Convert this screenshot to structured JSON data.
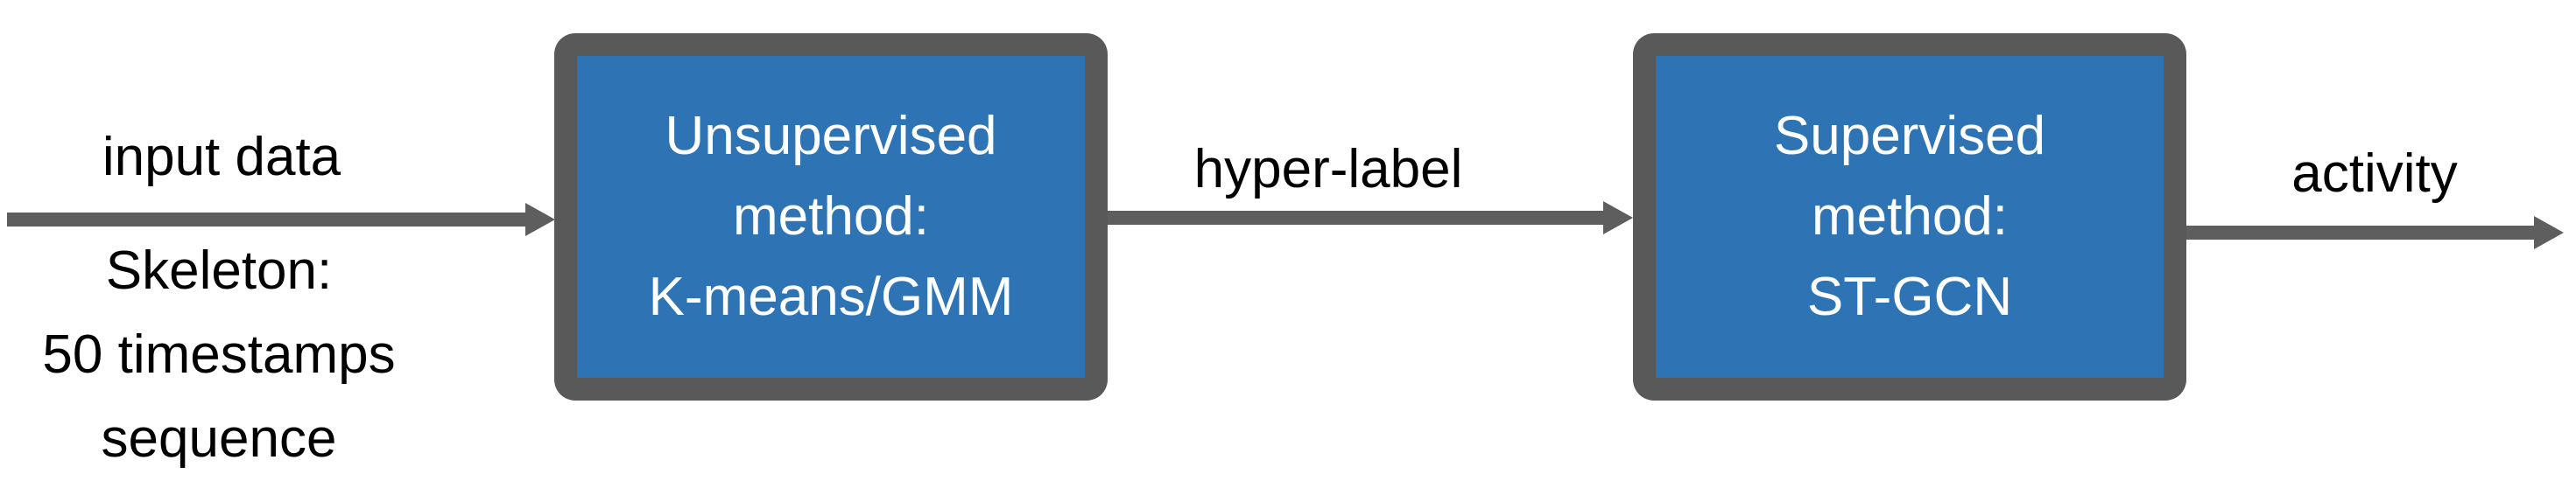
{
  "diagram": {
    "arrows": [
      {
        "name": "input",
        "label": "input data",
        "sublabel_lines": [
          "Skeleton:",
          "50 timestamps",
          "sequence"
        ]
      },
      {
        "name": "hyper-label",
        "label": "hyper-label"
      },
      {
        "name": "activity",
        "label": "activity"
      }
    ],
    "nodes": [
      {
        "name": "unsupervised-method",
        "lines": [
          "Unsupervised",
          "method:",
          "K-means/GMM"
        ]
      },
      {
        "name": "supervised-method",
        "lines": [
          "Supervised",
          "method:",
          "ST-GCN"
        ]
      }
    ],
    "colors": {
      "node_fill": "#2E74B5",
      "node_border": "#595959",
      "arrow_color": "#5E5E5E",
      "label_color": "#000000",
      "node_text_color": "#FFFFFF"
    }
  }
}
